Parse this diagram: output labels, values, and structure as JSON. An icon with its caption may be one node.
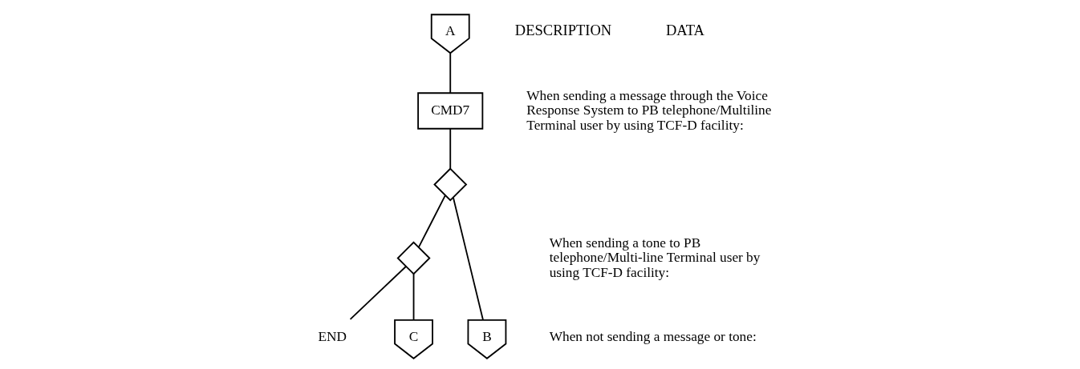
{
  "diagram": {
    "nodes": [
      {
        "text": [
          "A"
        ]
      },
      {
        "text": [
          "CMD7"
        ]
      },
      {
        "text": [],
        "shape": "diamond"
      },
      {
        "text": [],
        "shape": "diamond"
      },
      {
        "text": [
          "END"
        ]
      },
      {
        "text": [
          "C"
        ]
      },
      {
        "text": [
          "B"
        ]
      }
    ],
    "edges": [
      {
        "from": 0,
        "to": 1,
        "arrow": "none"
      },
      {
        "from": 1,
        "to": 2,
        "arrow": "none"
      },
      {
        "from": 2,
        "to": 3,
        "arrow": "none"
      },
      {
        "from": 3,
        "to": 4,
        "arrow": "none"
      },
      {
        "from": 2,
        "to": 6,
        "arrow": "none"
      },
      {
        "from": 3,
        "to": 5,
        "arrow": "none"
      }
    ],
    "labels": [
      "DESCRIPTION",
      "DATA",
      "When sending a message through the Voice Response System to PB telephone/Multiline Terminal user by using TCF-D facility:",
      "When sending a tone to PB telephone/Multi-line Terminal user by using TCF-D facility:",
      "When not sending a message or tone:"
    ]
  }
}
